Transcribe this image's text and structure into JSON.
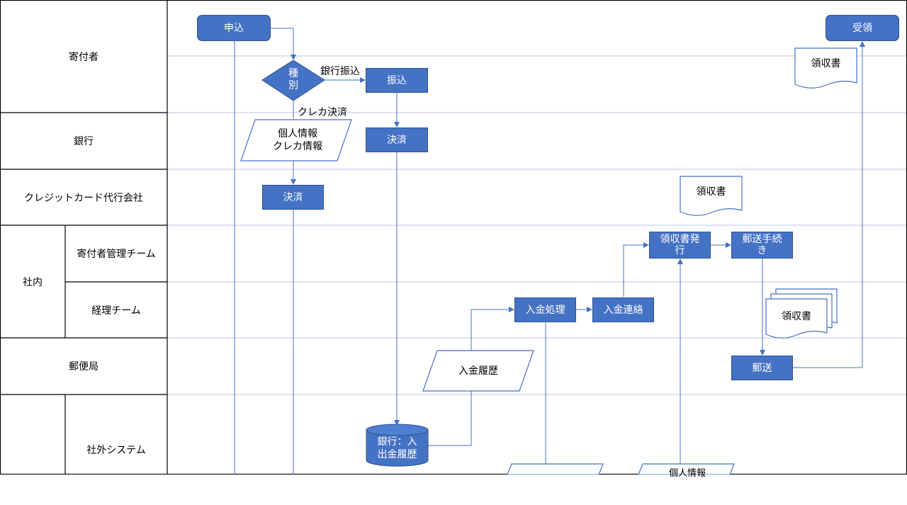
{
  "lanes": {
    "donor": "寄付者",
    "bank": "銀行",
    "card_agency": "クレジットカード代行会社",
    "internal": "社内",
    "donor_mgmt": "寄付者管理チーム",
    "accounting": "経理チーム",
    "post_office": "郵便局",
    "external_system": "社外システム"
  },
  "nodes": {
    "apply": "申込",
    "receive": "受領",
    "type_decision": "種\n別",
    "transfer": "振込",
    "bank_settle": "決済",
    "card_settle": "決済",
    "receipt_issue": "領収書発\n行",
    "mail_procedure": "郵送手続\nき",
    "deposit_process": "入金処理",
    "deposit_notice": "入金連絡",
    "mail": "郵送",
    "bank_history_db": "銀行：入\n出金履歴"
  },
  "labels": {
    "bank_transfer": "銀行振込",
    "card_payment": "クレカ決済"
  },
  "data_shapes": {
    "personal_card_info": "個人情報\nクレカ情報",
    "deposit_history": "入金履歴",
    "personal_info_partial": "個人情報",
    "empty_parallelogram": ""
  },
  "documents": {
    "receipt_donor": "領収書",
    "receipt_draft": "領収書",
    "receipt_multi": "領収書"
  },
  "colors": {
    "node_fill": "#4472c4",
    "node_border": "#2f528f",
    "connector": "#4472c4",
    "lane_line": "#bcc6e6",
    "grid_line": "#000000"
  }
}
